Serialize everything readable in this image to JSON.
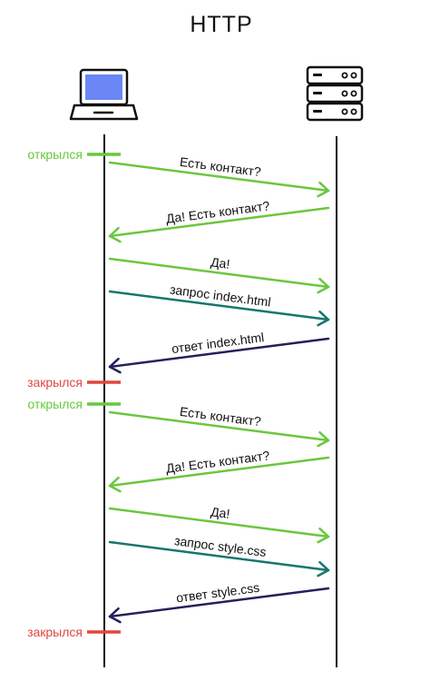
{
  "title": "HTTP",
  "colors": {
    "green": "#6ac73d",
    "teal": "#16766e",
    "navy": "#23205c",
    "red": "#e0473f",
    "laptop_screen": "#6b86f5",
    "line": "#111111"
  },
  "icons": {
    "client": "laptop-icon",
    "server": "server-icon"
  },
  "messages": [
    {
      "label": "Есть контакт?",
      "from": "client",
      "color": "green"
    },
    {
      "label": "Да! Есть контакт?",
      "from": "server",
      "color": "green"
    },
    {
      "label": "Да!",
      "from": "client",
      "color": "green"
    },
    {
      "label": "запрос index.html",
      "from": "client",
      "color": "teal"
    },
    {
      "label": "ответ index.html",
      "from": "server",
      "color": "navy"
    },
    {
      "label": "Есть контакт?",
      "from": "client",
      "color": "green"
    },
    {
      "label": "Да! Есть контакт?",
      "from": "server",
      "color": "green"
    },
    {
      "label": "Да!",
      "from": "client",
      "color": "green"
    },
    {
      "label": "запрос style.css",
      "from": "client",
      "color": "teal"
    },
    {
      "label": "ответ style.css",
      "from": "server",
      "color": "navy"
    }
  ],
  "states": [
    {
      "label": "открылся",
      "color": "green"
    },
    {
      "label": "закрылся",
      "color": "red"
    },
    {
      "label": "открылся",
      "color": "green"
    },
    {
      "label": "закрылся",
      "color": "red"
    }
  ]
}
